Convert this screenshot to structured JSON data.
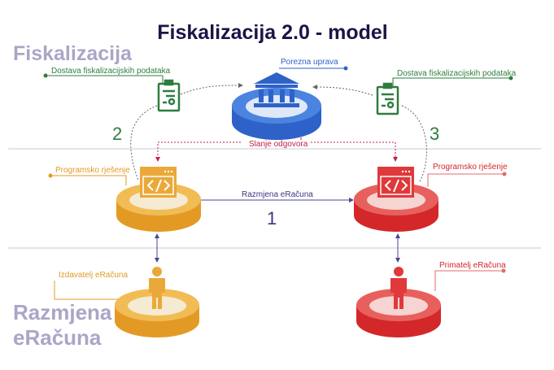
{
  "title": "Fiskalizacija 2.0 - model",
  "sections": {
    "top": "Fiskalizacija",
    "bottom_line1": "Razmjena",
    "bottom_line2": "eRačuna"
  },
  "nodes": {
    "tax_authority": "Porezna uprava",
    "software_left": "Programsko rješenje",
    "software_right": "Programsko rješenje",
    "issuer": "Izdavatelj eRačuna",
    "recipient": "Primatelj eRačuna"
  },
  "flows": {
    "delivery_left": "Dostava fiskalizacijskih podataka",
    "delivery_right": "Dostava fiskalizacijskih podataka",
    "response": "Slanje odgovora",
    "exchange": "Razmjena eRačuna",
    "step1": "1",
    "step2": "2",
    "step3": "3"
  },
  "colors": {
    "blue": "#2f6fd6",
    "orange": "#eba83a",
    "red": "#e0393b",
    "green": "#2e7d3e",
    "purple": "#a9a6c8",
    "navy": "#1b1446"
  }
}
